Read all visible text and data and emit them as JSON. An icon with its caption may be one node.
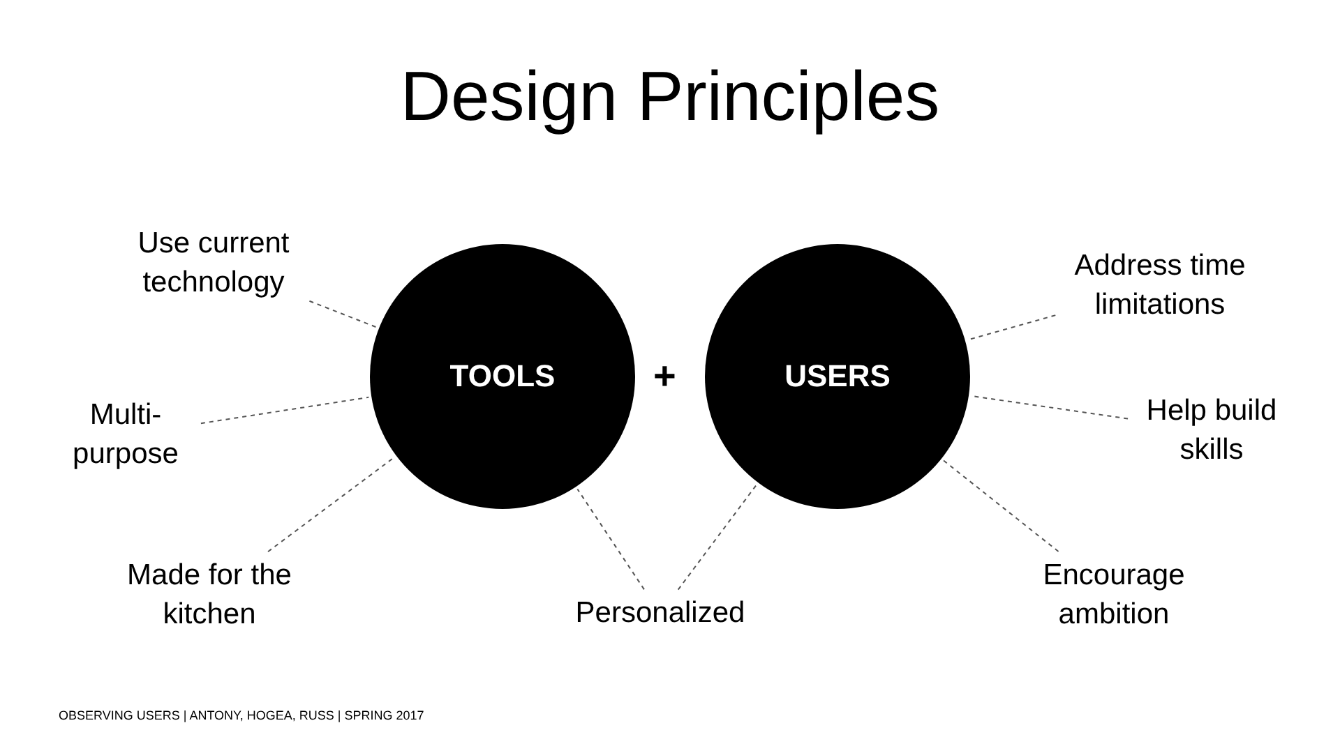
{
  "diagram": {
    "title": "Design Principles",
    "nodes": [
      {
        "text": [
          "TOOLS"
        ]
      },
      {
        "text": [
          "USERS"
        ]
      },
      {
        "text": [
          "Use current technology"
        ]
      },
      {
        "text": [
          "Multi- purpose"
        ]
      },
      {
        "text": [
          "Made for the kitchen"
        ]
      },
      {
        "text": [
          "Personalized"
        ]
      },
      {
        "text": [
          "Address time limitations"
        ]
      },
      {
        "text": [
          "Help build skills"
        ]
      },
      {
        "text": [
          "Encourage ambition"
        ]
      }
    ],
    "edges": [
      {
        "from": 2,
        "to": 0,
        "arrow": "none",
        "style": "dashed"
      },
      {
        "from": 3,
        "to": 0,
        "arrow": "none",
        "style": "dashed"
      },
      {
        "from": 4,
        "to": 0,
        "arrow": "none",
        "style": "dashed"
      },
      {
        "from": 5,
        "to": 0,
        "arrow": "none",
        "style": "dashed"
      },
      {
        "from": 5,
        "to": 1,
        "arrow": "none",
        "style": "dashed"
      },
      {
        "from": 6,
        "to": 1,
        "arrow": "none",
        "style": "dashed"
      },
      {
        "from": 7,
        "to": 1,
        "arrow": "none",
        "style": "dashed"
      },
      {
        "from": 8,
        "to": 1,
        "arrow": "none",
        "style": "dashed"
      }
    ],
    "labels": [
      "+",
      "OBSERVING USERS | ANTONY, HOGEA, RUSS | SPRING 2017"
    ]
  }
}
